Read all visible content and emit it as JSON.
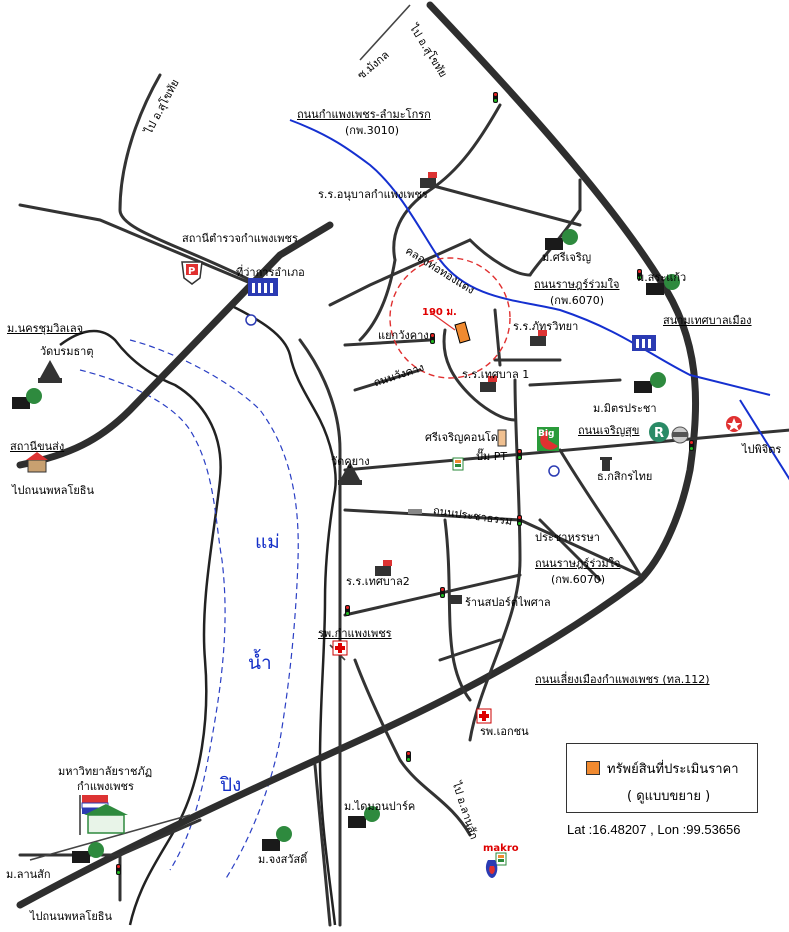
{
  "labels": {
    "to_sukhothai_ne": "ไป อ.สุโขทัย",
    "mangkol": "ซ.มังกล",
    "to_sukhothai_nw": "ไป อ.สุโขทัย",
    "road_khanu": "ถนนกำแพงเพชร-ลำมะโกรก",
    "road_khanu_code": "(กพ.3010)",
    "anuban_school": "ร.ร.อนุบาลกำแพงเพชร",
    "police": "สถานีตำรวจกำแพงเพชร",
    "district_office": "ที่ว่าการอำเภอ",
    "khlong": "คลองท่อทองแดง",
    "mu_charoen": "ม.ศรีเจริญ",
    "road_ratchadamnoen": "ถนนราษฎร์ร่วมใจ",
    "road_ratchadamnoen_code": "(กพ.6070)",
    "mu_srakaew": "ม.สระแก้ว",
    "stadium": "สนามเทศบาลเมือง",
    "nakhon_chum": "ม.นครชุมวิลเลจ",
    "wat_borom": "วัดบรมธาตุ",
    "distance": "190 ม.",
    "yaeng": "แยกวังคาง",
    "rr_thai": "ร.ร.ภัทรวิทยา",
    "rd_wangkhang": "ถนนวังคาง",
    "thesaban1": "ร.ร.เทศบาล 1",
    "mu_mitpracha": "ม.มิตรประชา",
    "station_chinsong": "สถานีขนส่ง",
    "to_phahon_w": "ไปถนนพหลโยธิน",
    "condo": "ศรีเจริญคอนโด",
    "pump": "ปั๊ม PT",
    "road_charoensuk": "ถนนเจริญสุข",
    "to_phichit": "ไปพิจิตร",
    "wat_khubang": "วัดคูยาง",
    "bank": "ธ.กสิกรไทย",
    "road_prachatorn": "ถนนประชาธรรม",
    "prachasamakki": "ประชาหรรษา",
    "river_mae": "แม่",
    "thesaban2": "ร.ร.เทศบาล2",
    "road_ratchadamnoen2": "ถนนราษฎร์ร่วมใจ",
    "road_ratchadamnoen2_code": "(กพ.6070)",
    "sport_shop": "ร้านสปอร์ตไพศาล",
    "hospital": "รพ.กำแพงเพชร",
    "river_nam": "น้ำ",
    "bypass": "ถนนเลี่ยงเมืองกำแพงเพชร (ทล.112)",
    "private_hospital": "รพ.เอกชน",
    "university": "มหาวิทยาลัยราชภัฏ",
    "university2": "กำแพงเพชร",
    "river_ping": "ปิง",
    "to_lansak": "ไป อ.ลานสัก",
    "mu_tycoon": "ม.ไดมอนปาร์ค",
    "makro": "makro",
    "mu_lanmak": "ม.ลานสัก",
    "mu_chongsawat": "ม.จงสวัสดิ์",
    "to_phahon_sw": "ไปถนนพหลโยธิน",
    "big_c": "Big"
  },
  "legend": {
    "title": "ทรัพย์สินที่ประเมินราคา",
    "subtitle": "( ดูแบบขยาย )"
  },
  "coord": "Lat :16.48207 , Lon :99.53656",
  "colors": {
    "road": "#333333",
    "highway": "#2e2e2e",
    "river_dash": "#2a3fc4",
    "canal": "#1530d0",
    "circle": "#e03030",
    "subject": "#f08a30"
  }
}
